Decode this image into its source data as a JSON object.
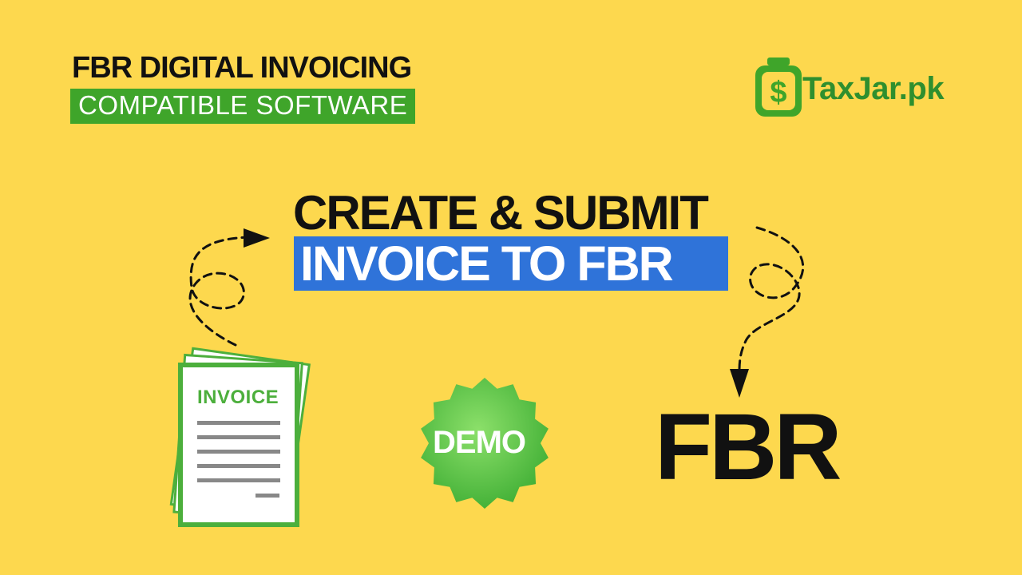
{
  "header": {
    "line1": "FBR DIGITAL INVOICING",
    "line2": "COMPATIBLE SOFTWARE"
  },
  "logo": {
    "text": "TaxJar.pk",
    "icon": "dollar-jar-icon",
    "color": "#3FA52A"
  },
  "title": {
    "line1": "CREATE & SUBMIT",
    "line2": "INVOICE TO FBR"
  },
  "invoice": {
    "label": "INVOICE",
    "icon": "invoice-document-icon"
  },
  "badge": {
    "label": "DEMO"
  },
  "target": {
    "label": "FBR"
  },
  "colors": {
    "background": "#FDD84E",
    "green": "#3FA52A",
    "blue": "#2F73D9",
    "dark": "#111111"
  }
}
